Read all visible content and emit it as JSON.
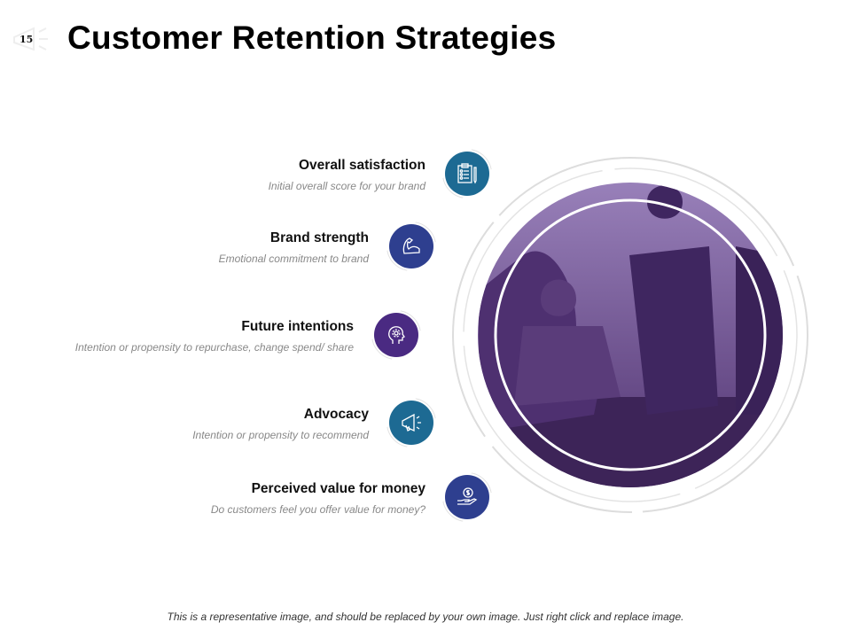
{
  "slide_number": "15",
  "title": "Customer Retention Strategies",
  "items": [
    {
      "title": "Overall satisfaction",
      "desc": "Initial overall score for your brand",
      "icon": "clipboard-checklist-icon",
      "color": "#1d6a93"
    },
    {
      "title": "Brand strength",
      "desc": "Emotional commitment to brand",
      "icon": "flexed-arm-icon",
      "color": "#2e3f8f"
    },
    {
      "title": "Future intentions",
      "desc": "Intention or propensity to repurchase, change spend/ share",
      "icon": "head-gear-icon",
      "color": "#4a2a82"
    },
    {
      "title": "Advocacy",
      "desc": "Intention or propensity to recommend",
      "icon": "megaphone-icon",
      "color": "#1d6a93"
    },
    {
      "title": "Perceived  value for money",
      "desc": "Do customers feel you offer value for money?",
      "icon": "hand-dollar-icon",
      "color": "#2e3f8f"
    }
  ],
  "footer": "This is a representative  image, and should be replaced by your own image. Just right click and replace image."
}
